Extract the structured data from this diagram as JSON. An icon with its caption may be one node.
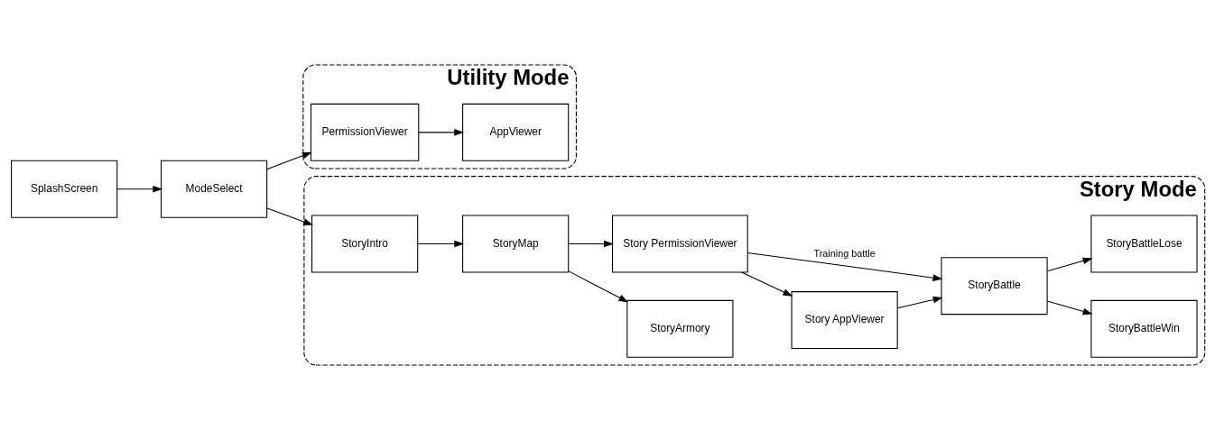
{
  "diagram": {
    "nodes": [
      {
        "text": [
          "SplashScreen"
        ]
      },
      {
        "text": [
          "ModeSelect"
        ]
      },
      {
        "text": [
          "Utility Mode"
        ]
      },
      {
        "text": [
          "PermissionViewer"
        ],
        "in": 2
      },
      {
        "text": [
          "AppViewer"
        ],
        "in": 2
      },
      {
        "text": [
          "Story Mode"
        ]
      },
      {
        "text": [
          "StoryIntro"
        ],
        "in": 5
      },
      {
        "text": [
          "StoryArmory"
        ],
        "in": 5
      },
      {
        "text": [
          "StoryMap"
        ],
        "in": 5
      },
      {
        "text": [
          "Story PermissionViewer"
        ],
        "in": 5
      },
      {
        "text": [
          "Story AppViewer"
        ],
        "in": 5
      },
      {
        "text": [
          "StoryBattle"
        ],
        "in": 5
      },
      {
        "text": [
          "StoryBattleWin"
        ],
        "in": 5
      },
      {
        "text": [
          "StoryBattleLose"
        ],
        "in": 5
      }
    ],
    "edges": [
      {
        "from": 0,
        "to": 1,
        "arrow": "to"
      },
      {
        "from": 1,
        "to": 3,
        "arrow": "to"
      },
      {
        "from": 3,
        "to": 4,
        "arrow": "to"
      },
      {
        "from": 1,
        "to": 6,
        "arrow": "to"
      },
      {
        "from": 6,
        "to": 8,
        "arrow": "to"
      },
      {
        "from": 8,
        "to": 7,
        "arrow": "to"
      },
      {
        "from": 8,
        "to": 9,
        "arrow": "to"
      },
      {
        "from": 9,
        "to": 10,
        "arrow": "to"
      },
      {
        "from": 10,
        "to": 11,
        "arrow": "to"
      },
      {
        "from": 11,
        "to": 12,
        "arrow": "to"
      },
      {
        "from": 11,
        "to": 13,
        "arrow": "to"
      },
      {
        "from": 9,
        "to": 11,
        "arrow": "to",
        "label": "Training battle"
      }
    ]
  }
}
